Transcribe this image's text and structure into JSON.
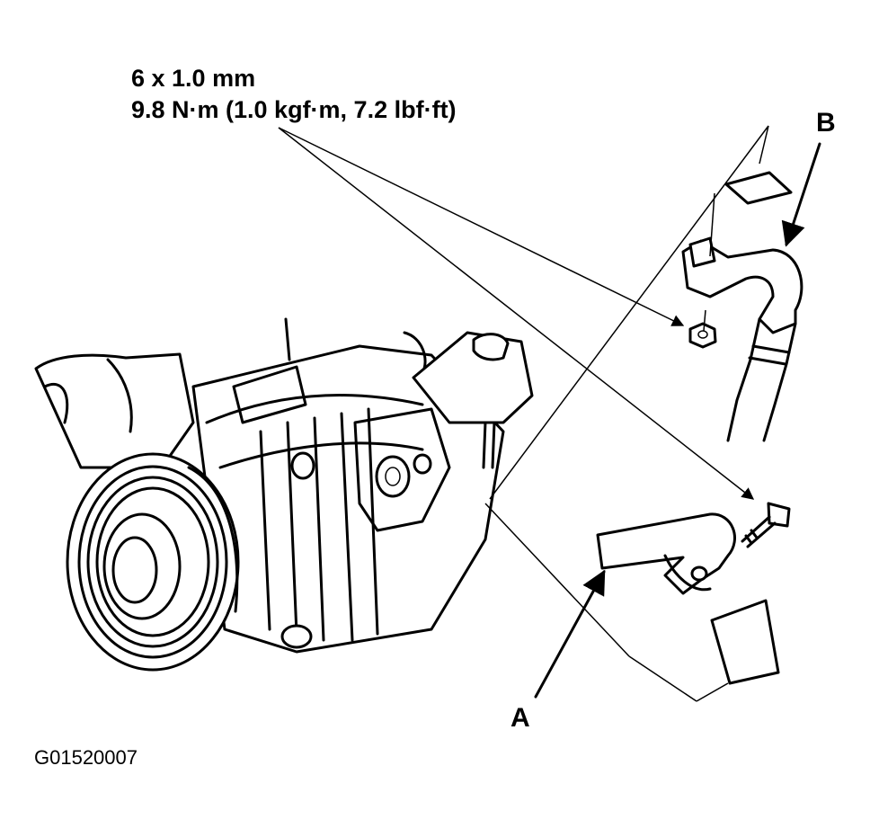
{
  "spec": {
    "size": "6 x 1.0 mm",
    "torque": "9.8 N·m (1.0 kgf·m, 7.2 lbf·ft)"
  },
  "callouts": {
    "a": "A",
    "b": "B"
  },
  "figure_id": "G01520007"
}
